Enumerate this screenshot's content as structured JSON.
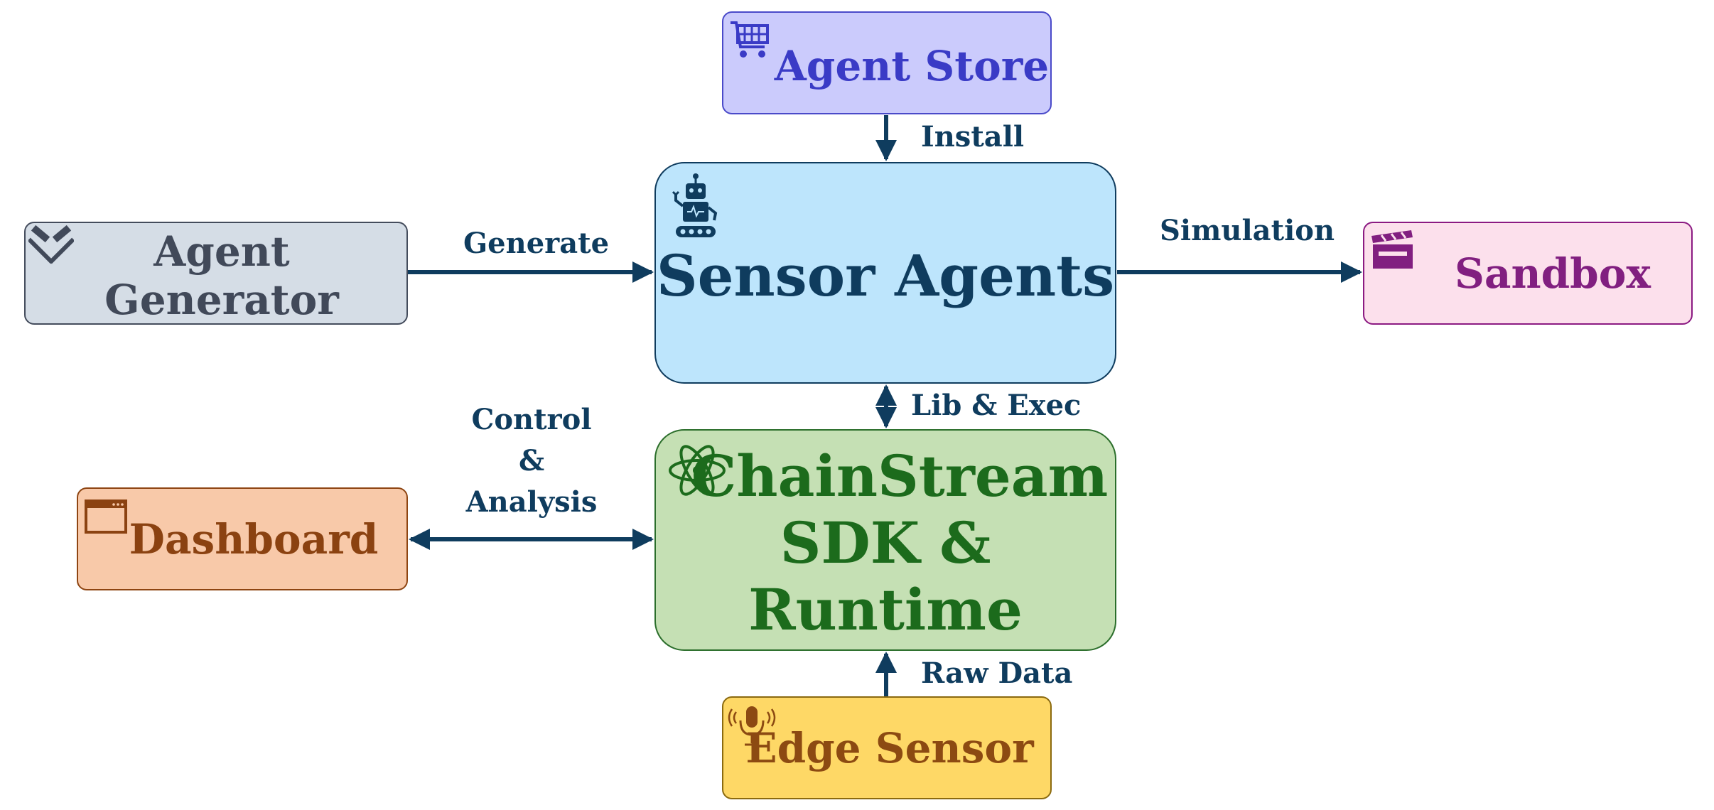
{
  "nodes": {
    "agent_store": {
      "label": "Agent Store",
      "icon": "shopping-cart-icon"
    },
    "sensor_agents": {
      "label": "Sensor Agents",
      "icon": "robot-icon"
    },
    "agent_generator": {
      "label": "Agent Generator",
      "icon": "hammer-icon"
    },
    "sandbox": {
      "label": "Sandbox",
      "icon": "clapperboard-icon"
    },
    "chainstream": {
      "label_line1": "ChainStream",
      "label_line2": "SDK & Runtime",
      "icon": "atom-icon"
    },
    "dashboard": {
      "label": "Dashboard",
      "icon": "browser-window-icon"
    },
    "edge_sensor": {
      "label": "Edge Sensor",
      "icon": "microphone-icon"
    }
  },
  "edges": {
    "install": "Install",
    "generate": "Generate",
    "simulation": "Simulation",
    "lib_exec": "Lib & Exec",
    "control_line1": "Control",
    "control_line2": "&",
    "control_line3": "Analysis",
    "raw_data": "Raw Data"
  },
  "colors": {
    "arrow": "#0f3c5e",
    "agent_store_fill": "#cbcbfc",
    "sensor_agents_fill": "#bde5fc",
    "agent_generator_fill": "#d5dde6",
    "sandbox_fill": "#fce0ec",
    "chainstream_fill": "#c5e0b4",
    "dashboard_fill": "#f8c9a9",
    "edge_sensor_fill": "#fed866"
  }
}
